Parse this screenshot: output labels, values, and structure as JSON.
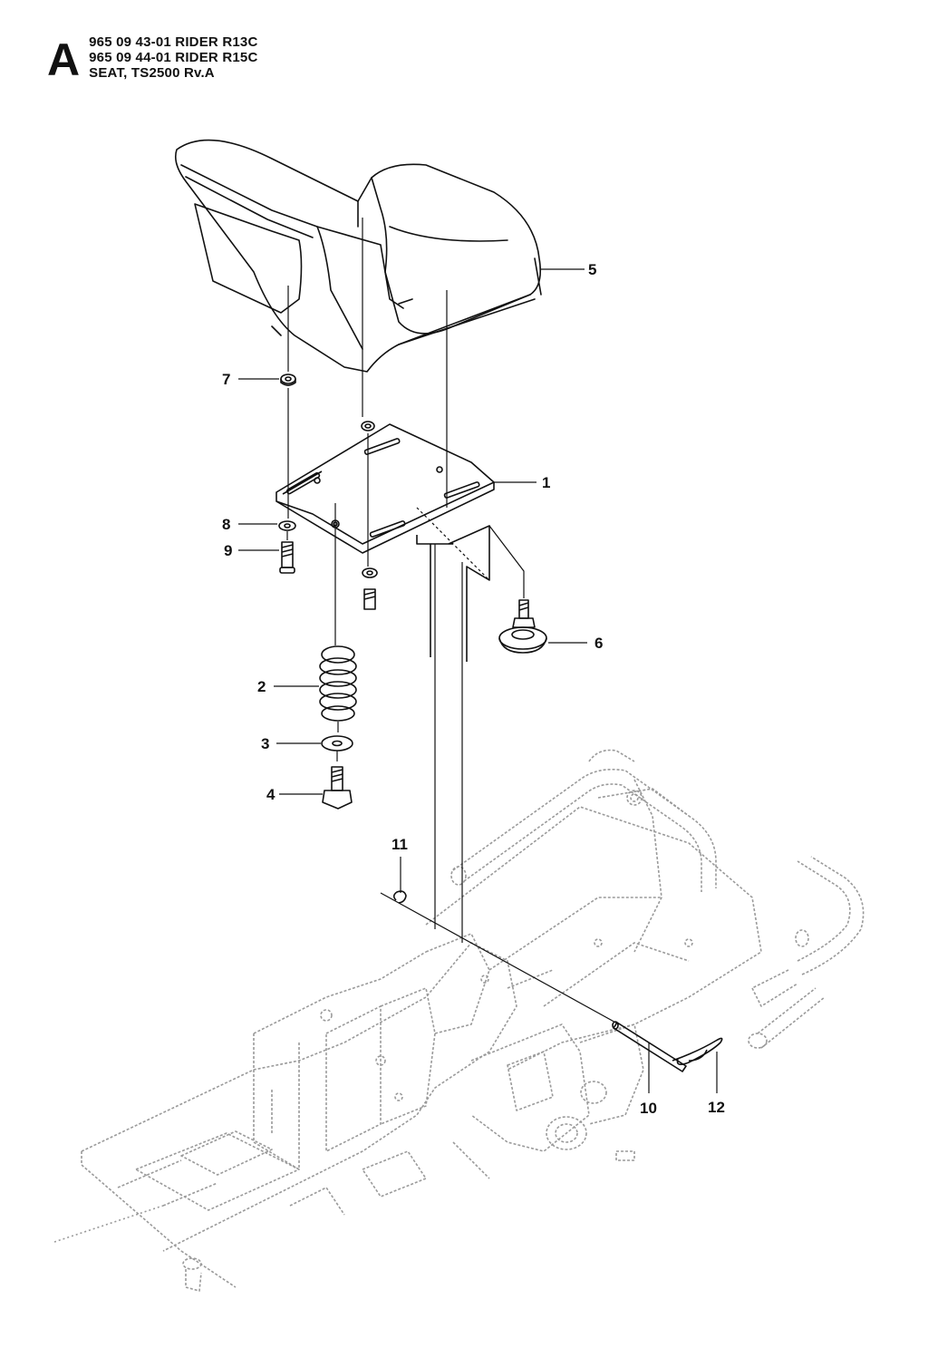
{
  "header": {
    "section_letter": "A",
    "line1": "965 09 43-01 RIDER R13C",
    "line2": "965 09 44-01 RIDER R15C",
    "line3": "SEAT, TS2500 Rv.A"
  },
  "callouts": {
    "c1": "1",
    "c2": "2",
    "c3": "3",
    "c4": "4",
    "c5": "5",
    "c6": "6",
    "c7": "7",
    "c8": "8",
    "c9": "9",
    "c10": "10",
    "c11": "11",
    "c12": "12"
  },
  "colors": {
    "line": "#111111",
    "faded_frame": "#9a9a9a"
  }
}
